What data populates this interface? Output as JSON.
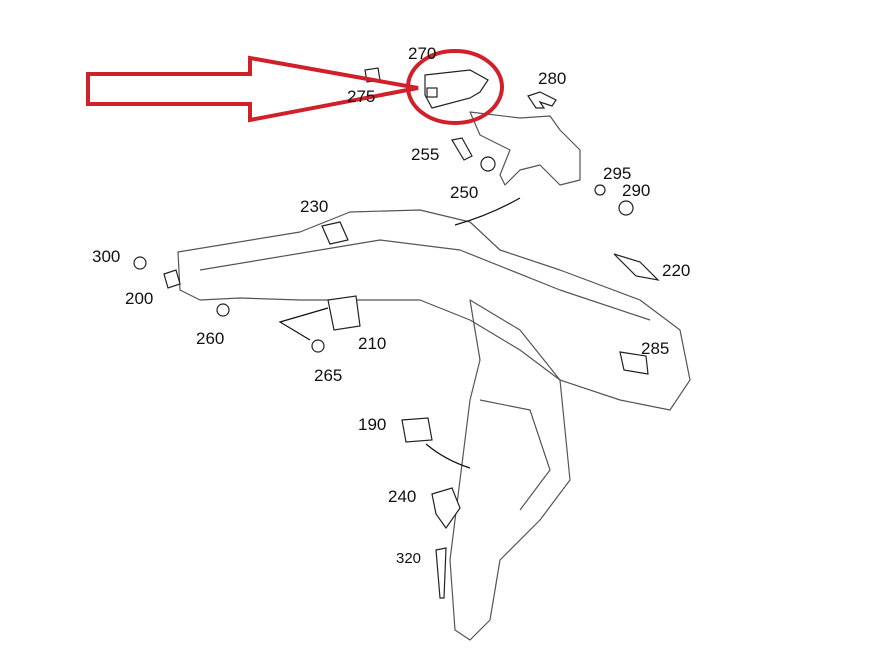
{
  "diagram": {
    "part_labels": {
      "p270": "270",
      "p275": "275",
      "p280": "280",
      "p255": "255",
      "p250": "250",
      "p295": "295",
      "p290": "290",
      "p230": "230",
      "p300": "300",
      "p200": "200",
      "p220": "220",
      "p260": "260",
      "p210": "210",
      "p265": "265",
      "p285": "285",
      "p190": "190",
      "p240": "240",
      "p320": "320"
    },
    "highlight": {
      "part": "270",
      "color": "#d0202a"
    }
  }
}
